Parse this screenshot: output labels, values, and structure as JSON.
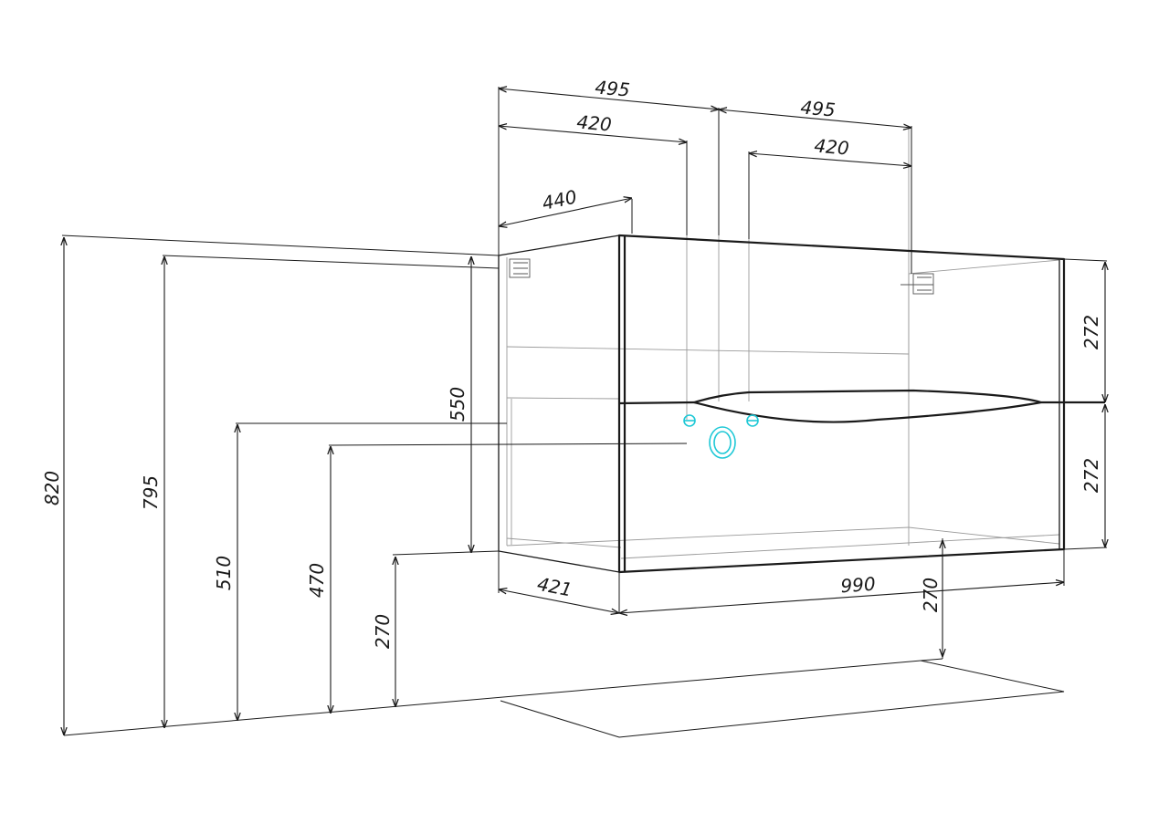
{
  "colors": {
    "line": "#1a1a1a",
    "hidden": "#9a9a9a",
    "pipes": "#1ec8d6"
  },
  "dimensions": {
    "top_outer_left": "495",
    "top_outer_right": "495",
    "top_inner_left": "420",
    "top_inner_right": "420",
    "depth_top": "440",
    "h_820": "820",
    "h_795": "795",
    "h_510": "510",
    "h_470": "470",
    "h_270_left": "270",
    "h_270_right": "270",
    "h_550": "550",
    "drawer_top": "272",
    "drawer_bottom": "272",
    "depth_bottom": "421",
    "width_bottom": "990"
  }
}
